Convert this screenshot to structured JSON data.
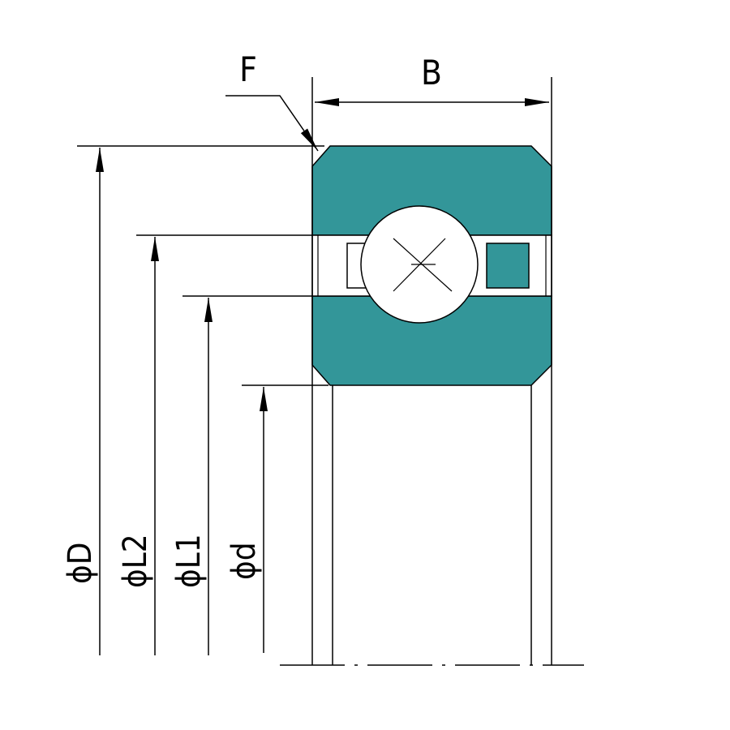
{
  "labels": {
    "chamfer": "F",
    "width": "B",
    "outer_diameter": "ϕD",
    "l2_diameter": "ϕL2",
    "l1_diameter": "ϕL1",
    "bore_diameter": "ϕd"
  },
  "colors": {
    "ring_fill": "#339699",
    "stroke": "#000000",
    "background": "#ffffff"
  }
}
